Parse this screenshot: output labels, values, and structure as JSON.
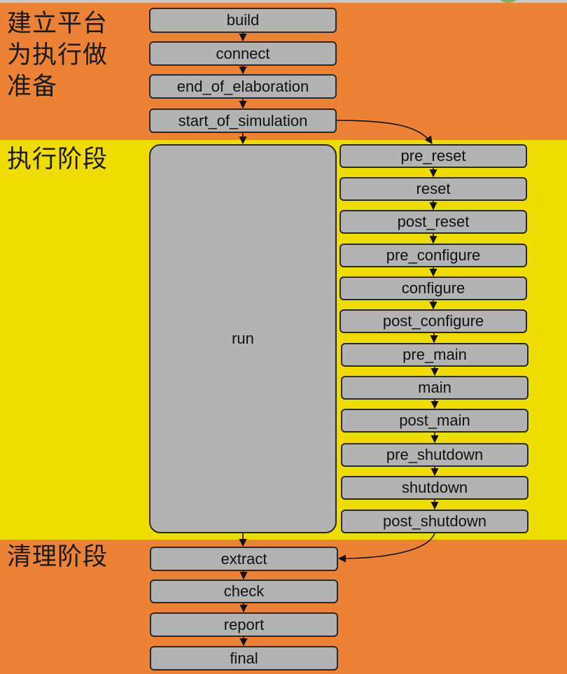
{
  "bands": {
    "build_label": "建立平台\n为执行做\n准备",
    "run_label": "执行阶段",
    "clean_label": "清理阶段"
  },
  "build_phases": [
    "build",
    "connect",
    "end_of_elaboration",
    "start_of_simulation"
  ],
  "run_phase": "run",
  "runtime_phases": [
    "pre_reset",
    "reset",
    "post_reset",
    "pre_configure",
    "configure",
    "post_configure",
    "pre_main",
    "main",
    "post_main",
    "pre_shutdown",
    "shutdown",
    "post_shutdown"
  ],
  "cleanup_phases": [
    "extract",
    "check",
    "report",
    "final"
  ],
  "colors": {
    "band_orange": "#ec8235",
    "band_yellow": "#f0dd00",
    "box_fill": "#b3b3b3",
    "box_border": "#2a2a2a"
  }
}
